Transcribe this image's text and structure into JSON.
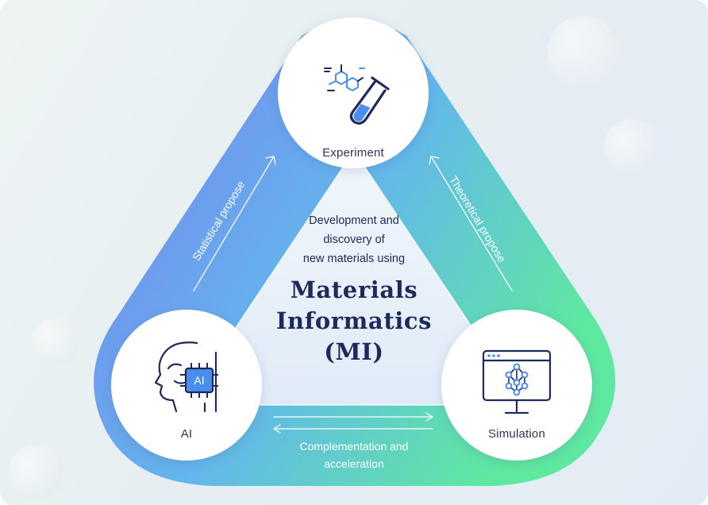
{
  "diagram": {
    "center": {
      "intro_lines": [
        "Development and",
        "discovery of",
        "new materials using"
      ],
      "title_lines": [
        "Materials",
        "Informatics",
        "(MI)"
      ]
    },
    "nodes": {
      "experiment": {
        "label": "Experiment",
        "icon": "test-tube-molecule-icon"
      },
      "ai": {
        "label": "AI",
        "icon": "ai-head-chip-icon",
        "chip_text": "AI"
      },
      "simulation": {
        "label": "Simulation",
        "icon": "monitor-network-icon"
      }
    },
    "edges": {
      "left": {
        "label": "Statistical propose"
      },
      "right": {
        "label": "Theoretical propose"
      },
      "bottom": {
        "lines": [
          "Complementation and",
          "acceleration"
        ]
      }
    },
    "colors": {
      "gradient_start": "#7a7df0",
      "gradient_mid": "#63b6ec",
      "gradient_end": "#5fe8a0",
      "icon_navy": "#1f2a5c",
      "icon_blue": "#4a8ef0"
    }
  }
}
